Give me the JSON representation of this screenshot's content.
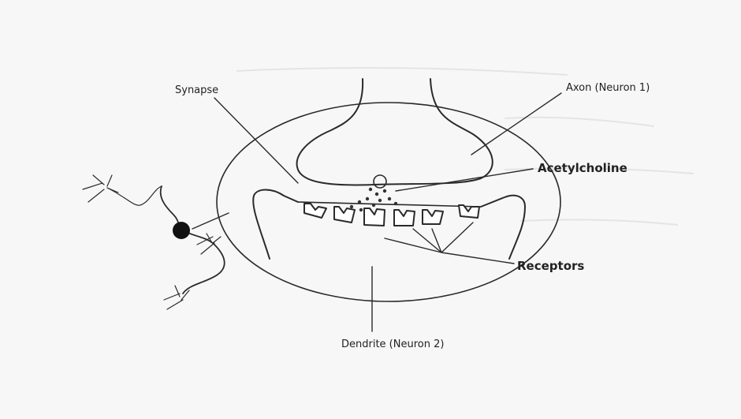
{
  "diagram": {
    "labels": {
      "synapse": "Synapse",
      "axon": "Axon (Neuron 1)",
      "acetylcholine": "Acetylcholine",
      "receptors": "Receptors",
      "dendrite": "Dendrite (Neuron 2)"
    },
    "colors": {
      "ink": "#2a2a2a",
      "background": "#f7f7f7",
      "cell_body": "#111111"
    }
  }
}
